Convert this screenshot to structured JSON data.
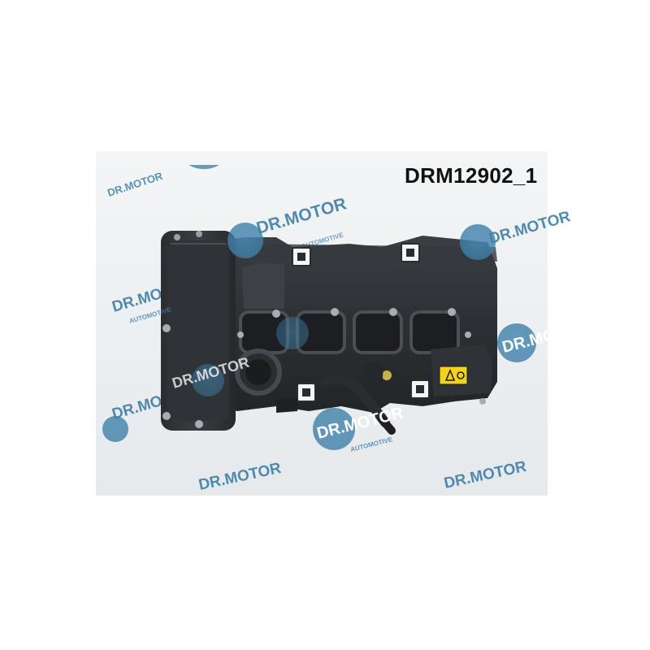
{
  "product": {
    "sku": "DRM12902_1",
    "name": "valve cover"
  },
  "watermark": {
    "brand": "DR.MOTOR",
    "tagline": "AUTOMOTIVE",
    "color": "#3f7fa8"
  },
  "label": {
    "icon": "warning-sticker-icon",
    "color": "#f2d21b"
  },
  "colors": {
    "part": "#2d3033",
    "part_highlight": "#4a4f54",
    "backdrop": "#eef1f3"
  }
}
